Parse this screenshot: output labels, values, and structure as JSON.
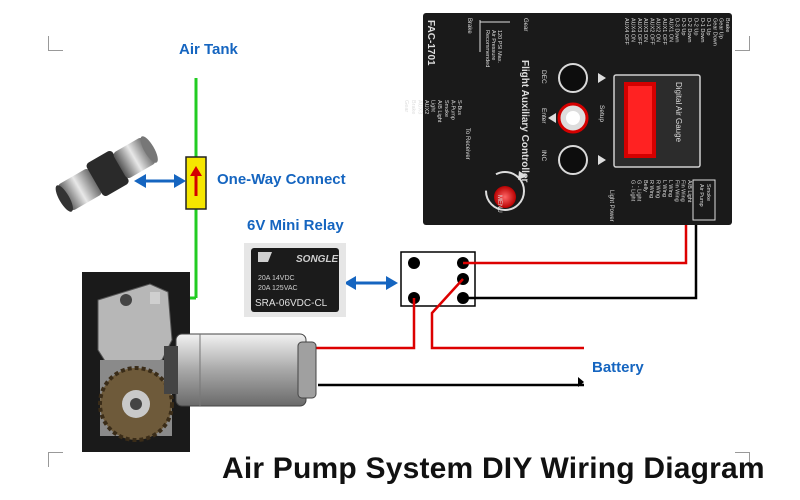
{
  "labels": {
    "air_tank": "Air Tank",
    "one_way_connect": "One-Way Connect",
    "mini_relay": "6V Mini Relay",
    "battery": "Battery",
    "title": "Air Pump System DIY Wiring Diagram"
  },
  "controller": {
    "model": "FAC-1701",
    "name": "Flight Auxiliary Controller",
    "gauge": "Digital Air Gauge",
    "menu": "MENU",
    "button_labels": {
      "dec": "DEC",
      "enter": "Enter",
      "setup": "Setup",
      "inc": "INC",
      "light_power": "Light Power"
    },
    "top_left": [
      "Brake"
    ],
    "top_gear": "Gear",
    "pressure_note": [
      "Recommended",
      "Air Pressure",
      "120 PSI Max."
    ],
    "top_outputs": [
      "Brake",
      "Gear Up",
      "Gear Down",
      "D-1 Up",
      "D-1 Down",
      "D-2 Up",
      "D-2 Down",
      "D-3 Up",
      "D-3 Down",
      "AUX1 ON",
      "AUX1 OFF",
      "AUX2 ON",
      "AUX2 OFF",
      "AUX3 ON",
      "AUX3 OFF",
      "AUX4 ON",
      "AUX4 OFF"
    ],
    "receiver_title": "To Receiver",
    "receiver_inputs": [
      "S-Bus",
      "A-Pump",
      "Smoke",
      "A/B Light",
      "Light",
      "AUX2",
      "AUX3",
      "Brake",
      "Gear"
    ],
    "bottom_outputs": [
      "A/B Light",
      "Fin Wing",
      "Fin Wing",
      "L Wing",
      "L Wing",
      "R Wing",
      "R Wing",
      "Belly",
      "G - Light",
      "G - Light"
    ],
    "smoke_pump": [
      "Smoke",
      "Air Pump"
    ]
  },
  "relay": {
    "brand": "SONGLE",
    "rating1": "20A 14VDC",
    "rating2": "20A 125VAC",
    "model": "SRA-06VDC-CL"
  },
  "colors": {
    "label_blue": "#1565c0",
    "air_line": "#22cc22",
    "wire_red": "#dd0000",
    "wire_black": "#000000",
    "controller_bg": "#1a1a1a"
  }
}
